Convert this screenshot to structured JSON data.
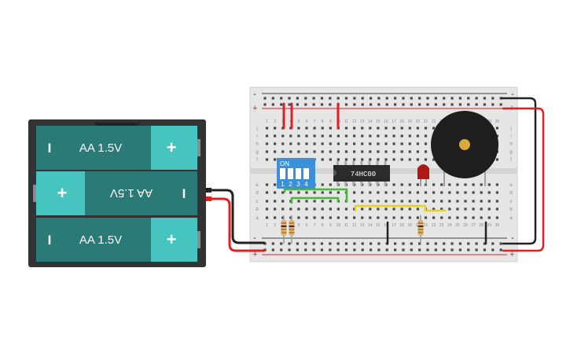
{
  "battery_pack": {
    "cells": [
      {
        "label": "AA 1.5V",
        "neg": "I",
        "pos": "+",
        "orientation": "normal"
      },
      {
        "label": "AA 1.5V",
        "neg": "I",
        "pos": "+",
        "orientation": "flipped"
      },
      {
        "label": "AA 1.5V",
        "neg": "I",
        "pos": "+",
        "orientation": "normal"
      }
    ]
  },
  "breadboard": {
    "rail_minus": "-",
    "rail_plus": "+",
    "columns": [
      "1",
      "2",
      "3",
      "4",
      "5",
      "6",
      "7",
      "8",
      "9",
      "10",
      "11",
      "12",
      "13",
      "14",
      "15",
      "16",
      "17",
      "18",
      "19",
      "20",
      "21",
      "22",
      "23",
      "24",
      "25",
      "26",
      "27",
      "28",
      "29",
      "30"
    ],
    "rows_top": [
      "j",
      "i",
      "h",
      "g",
      "f"
    ],
    "rows_bottom": [
      "e",
      "d",
      "c",
      "b",
      "a"
    ]
  },
  "dip_switch": {
    "on_label": "ON",
    "numbers": [
      "1",
      "2",
      "3",
      "4"
    ]
  },
  "ic": {
    "label": "74HC00"
  },
  "colors": {
    "battery_case": "#333333",
    "cell": "#2a7a78",
    "cell_terminal": "#45c4c0",
    "board": "#e6e6e6",
    "wire_red": "#e02020",
    "wire_black": "#222222",
    "wire_green": "#44bb33",
    "wire_yellow": "#e8d020",
    "dip": "#3c8fd9",
    "ic": "#2b2b2b",
    "led": "#b01818",
    "buzzer": "#1e1e1e"
  }
}
